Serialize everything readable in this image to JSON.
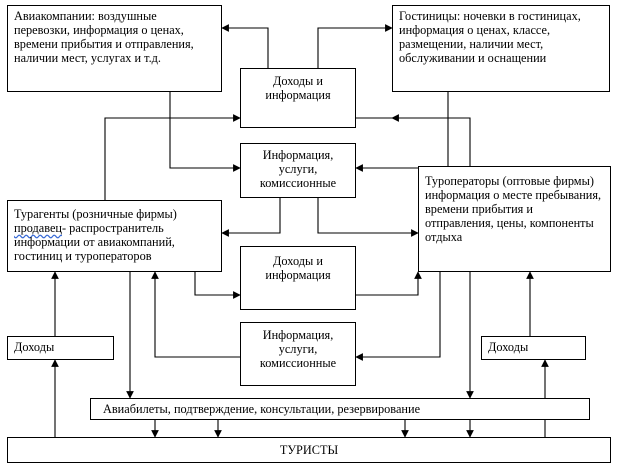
{
  "nodes": {
    "airlines": "Авиакомпании: воздушные перевозки, информация о ценах, времени прибытия и отправления, наличии мест, услугах и т.д.",
    "hotels": "Гостиницы: ночевки в гостиницах, информация о ценах, классе, размещении, наличии мест, обслуживании и оснащении",
    "income_info_top": "Доходы и информация",
    "info_services_top": "Информация, услуги, комиссионные",
    "agents_title": "Турагенты (розничные фирмы)",
    "agents_body_underlined": "продавец",
    "agents_body": "- распространитель информации от авиакомпаний, гостиниц и туроператоров",
    "operators": "Туроператоры (оптовые фирмы) информация о месте пребывания, времени прибытия и отправления, цены, компоненты отдыха",
    "income_info_mid": "Доходы и информация",
    "info_services_bottom": "Информация, услуги, комиссионные",
    "income_left": "Доходы",
    "income_right": "Доходы",
    "tickets": "Авиабилеты, подтверждение, консультации, резервирование",
    "tourists": "ТУРИСТЫ"
  }
}
